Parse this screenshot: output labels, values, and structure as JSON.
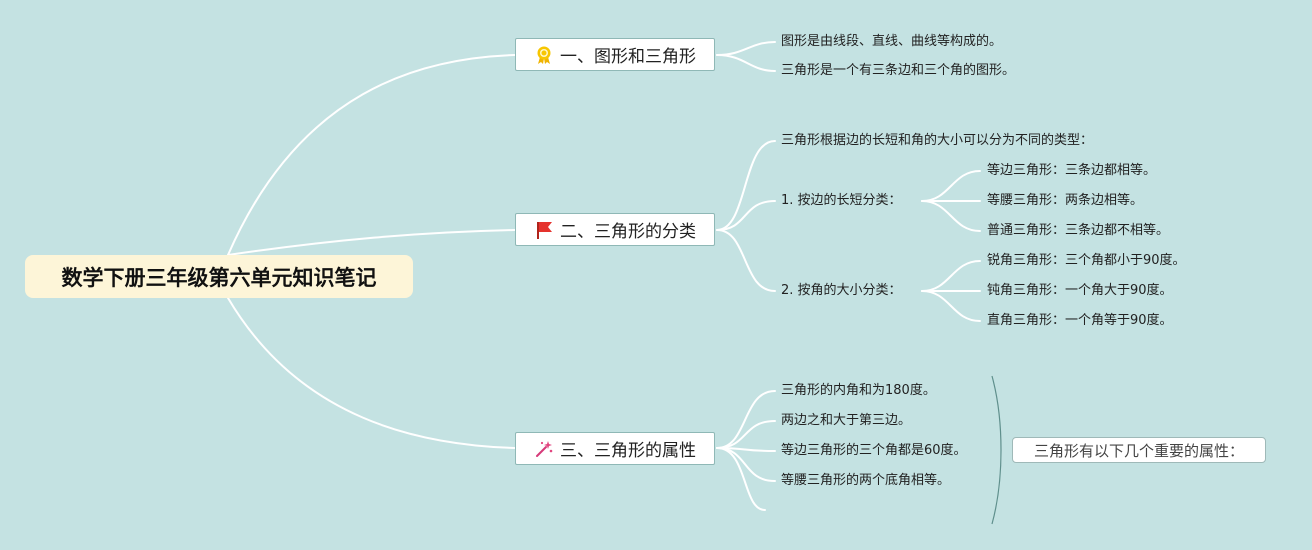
{
  "root": {
    "title": "数学下册三年级第六单元知识笔记"
  },
  "branches": [
    {
      "label": "一、图形和三角形",
      "icon": "ribbon-award-icon"
    },
    {
      "label": "二、三角形的分类",
      "icon": "red-flag-icon"
    },
    {
      "label": "三、三角形的属性",
      "icon": "sparkle-wand-icon"
    }
  ],
  "branch1": {
    "items": [
      "图形是由线段、直线、曲线等构成的。",
      "三角形是一个有三条边和三个角的图形。"
    ]
  },
  "branch2": {
    "intro": "三角形根据边的长短和角的大小可以分为不同的类型：",
    "by_side": {
      "label": "1. 按边的长短分类：",
      "items": [
        "等边三角形：三条边都相等。",
        "等腰三角形：两条边相等。",
        "普通三角形：三条边都不相等。"
      ]
    },
    "by_angle": {
      "label": "2. 按角的大小分类：",
      "items": [
        "锐角三角形：三个角都小于90度。",
        "钝角三角形：一个角大于90度。",
        "直角三角形：一个角等于90度。"
      ]
    }
  },
  "branch3": {
    "items": [
      "三角形的内角和为180度。",
      "两边之和大于第三边。",
      "等边三角形的三个角都是60度。",
      "等腰三角形的两个底角相等。"
    ],
    "summary": "三角形有以下几个重要的属性："
  },
  "colors": {
    "background": "#c4e2e2",
    "connector": "#ffffff",
    "root_fill": "#fdf5d8",
    "bracket": "#5f8f8c"
  }
}
